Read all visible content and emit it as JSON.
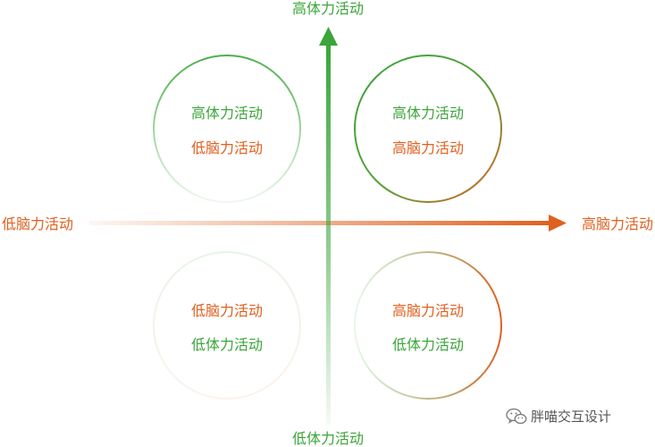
{
  "axes": {
    "y_top_label": "高体力活动",
    "y_bottom_label": "低体力活动",
    "x_left_label": "低脑力活动",
    "x_right_label": "高脑力活动"
  },
  "quadrants": {
    "top_left": {
      "line1": "高体力活动",
      "line2": "低脑力活动"
    },
    "top_right": {
      "line1": "高体力活动",
      "line2": "高脑力活动"
    },
    "bottom_left": {
      "line1": "低脑力活动",
      "line2": "低体力活动"
    },
    "bottom_right": {
      "line1": "高脑力活动",
      "line2": "低体力活动"
    }
  },
  "watermark": {
    "text": "胖喵交互设计",
    "icon": "wechat-icon"
  },
  "colors": {
    "green": "#3aa53a",
    "orange": "#e0601f",
    "body_accent": "#5aa64a"
  }
}
